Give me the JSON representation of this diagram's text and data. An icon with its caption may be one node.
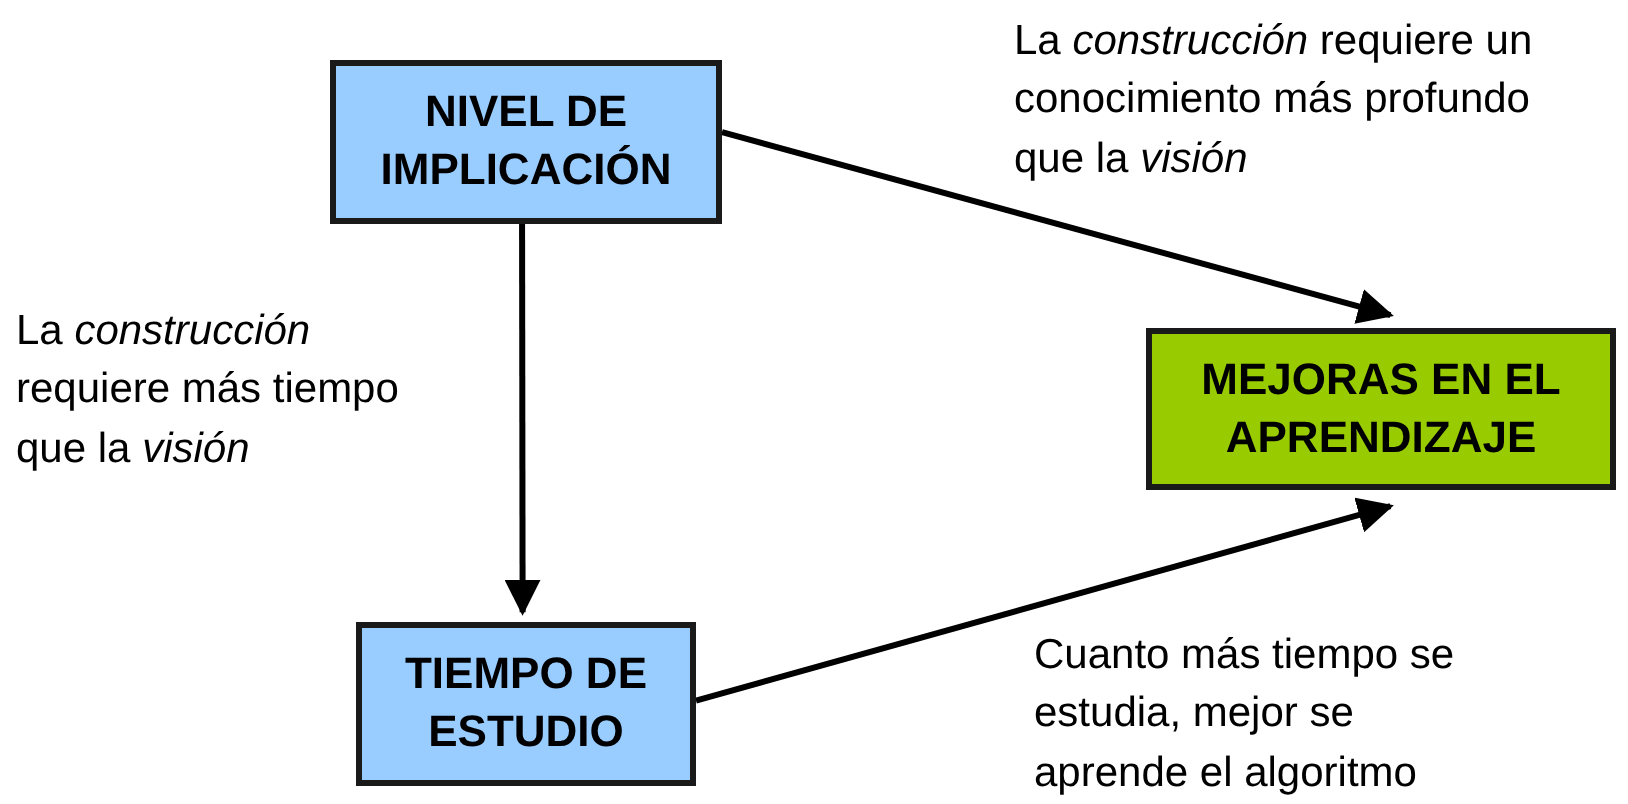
{
  "diagram": {
    "nodes": [
      {
        "text": [
          "NIVEL DE IMPLICACIÓN"
        ]
      },
      {
        "text": [
          "MEJORAS EN EL APRENDIZAJE"
        ]
      },
      {
        "text": [
          "TIEMPO DE ESTUDIO"
        ]
      }
    ],
    "edges": [
      {
        "from": 0,
        "to": 1,
        "arrow": "to",
        "label": "La *construcción* requiere un conocimiento más profundo que la *visión*"
      },
      {
        "from": 0,
        "to": 2,
        "arrow": "to",
        "label": "La *construcción* requiere más tiempo que la *visión*"
      },
      {
        "from": 2,
        "to": 1,
        "arrow": "to",
        "label": "Cuanto más tiempo se estudia, mejor se aprende el algoritmo"
      }
    ]
  }
}
